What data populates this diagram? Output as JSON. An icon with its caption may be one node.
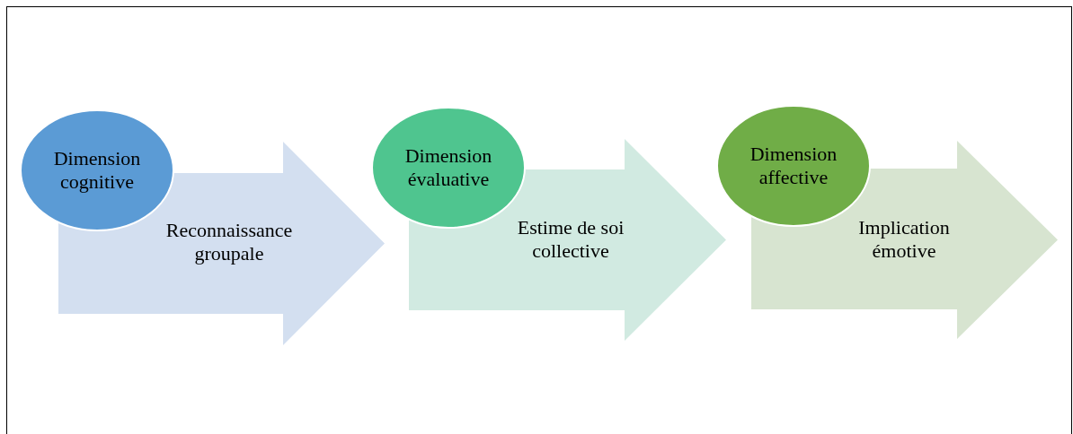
{
  "diagram": {
    "nodes": [
      {
        "text": [
          "Dimension cognitive"
        ]
      },
      {
        "text": [
          "Reconnaissance groupale"
        ]
      },
      {
        "text": [
          "Dimension évaluative"
        ]
      },
      {
        "text": [
          "Estime de soi collective"
        ]
      },
      {
        "text": [
          "Dimension affective"
        ]
      },
      {
        "text": [
          "Implication émotive"
        ]
      }
    ]
  }
}
